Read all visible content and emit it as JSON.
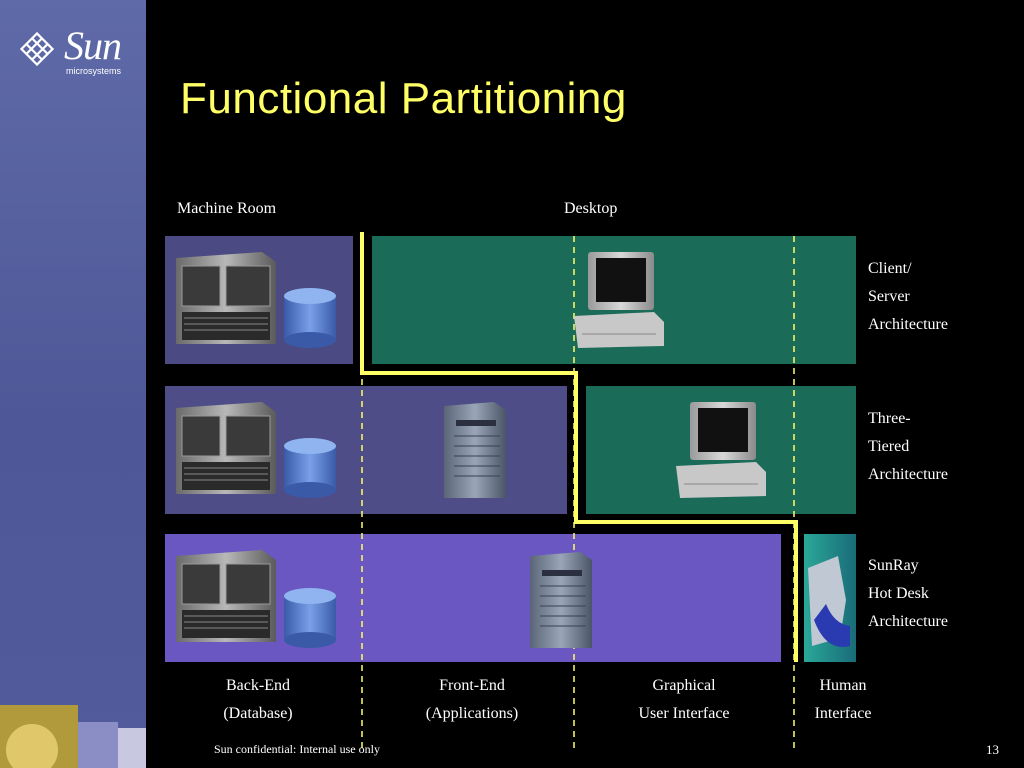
{
  "logo": {
    "word": "Sun",
    "sub": "microsystems"
  },
  "title": "Functional Partitioning",
  "top_labels": {
    "machine_room": "Machine Room",
    "desktop": "Desktop"
  },
  "rows": [
    {
      "lines": [
        "Client/",
        "Server",
        "Architecture"
      ]
    },
    {
      "lines": [
        "Three-",
        "Tiered",
        "Architecture"
      ]
    },
    {
      "lines": [
        "SunRay",
        "Hot Desk",
        "Architecture"
      ]
    }
  ],
  "bottom_labels": [
    {
      "lines": [
        "Back-End",
        "(Database)"
      ]
    },
    {
      "lines": [
        "Front-End",
        "(Applications)"
      ]
    },
    {
      "lines": [
        "Graphical",
        "User Interface"
      ]
    },
    {
      "lines": [
        "Human",
        "Interface"
      ]
    }
  ],
  "footer": "Sun confidential: Internal use only",
  "page_number": "13",
  "colors": {
    "title": "#ffff66",
    "machine_room_row1": "#4b4a82",
    "machine_room_row2": "#4e4d88",
    "machine_room_row3": "#6a57c2",
    "desktop": "#1a6b58",
    "divider": "#ffff66"
  },
  "icons": [
    "sun-logo-icon",
    "server-cabinet-icon",
    "database-cylinder-icon",
    "tower-server-icon",
    "desktop-computer-icon",
    "sunray-terminal-icon"
  ]
}
